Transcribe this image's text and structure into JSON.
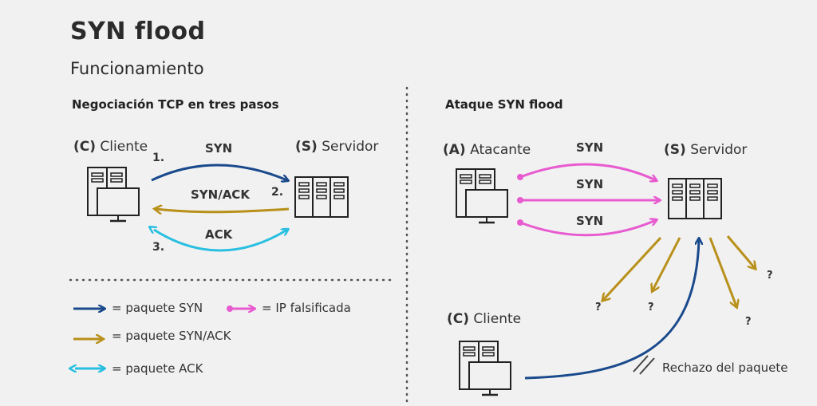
{
  "title": "SYN flood",
  "subtitle": "Funcionamiento",
  "left": {
    "heading": "Negociación TCP en tres pasos",
    "client": {
      "code": "(C)",
      "name": "Cliente"
    },
    "server": {
      "code": "(S)",
      "name": "Servidor"
    },
    "messages": [
      {
        "step": "1.",
        "label": "SYN"
      },
      {
        "step": "2.",
        "label": "SYN/ACK"
      },
      {
        "step": "3.",
        "label": "ACK"
      }
    ]
  },
  "right": {
    "heading": "Ataque SYN flood",
    "attacker": {
      "code": "(A)",
      "name": "Atacante"
    },
    "server": {
      "code": "(S)",
      "name": "Servidor"
    },
    "client": {
      "code": "(C)",
      "name": "Cliente"
    },
    "syn_labels": [
      "SYN",
      "SYN",
      "SYN"
    ],
    "unknown": [
      "?",
      "?",
      "?",
      "?"
    ],
    "reject_label": "Rechazo del paquete"
  },
  "legend": [
    {
      "label": "= paquete SYN",
      "color": "#1a4a8c"
    },
    {
      "label": "= IP falsificada",
      "color": "#e85bd0"
    },
    {
      "label": "= paquete SYN/ACK",
      "color": "#b8901a"
    },
    {
      "label": "= paquete ACK",
      "color": "#28bfe0"
    }
  ],
  "colors": {
    "syn": "#1a4a8c",
    "spoofed": "#e85bd0",
    "synack": "#b8901a",
    "ack": "#28bfe0"
  }
}
